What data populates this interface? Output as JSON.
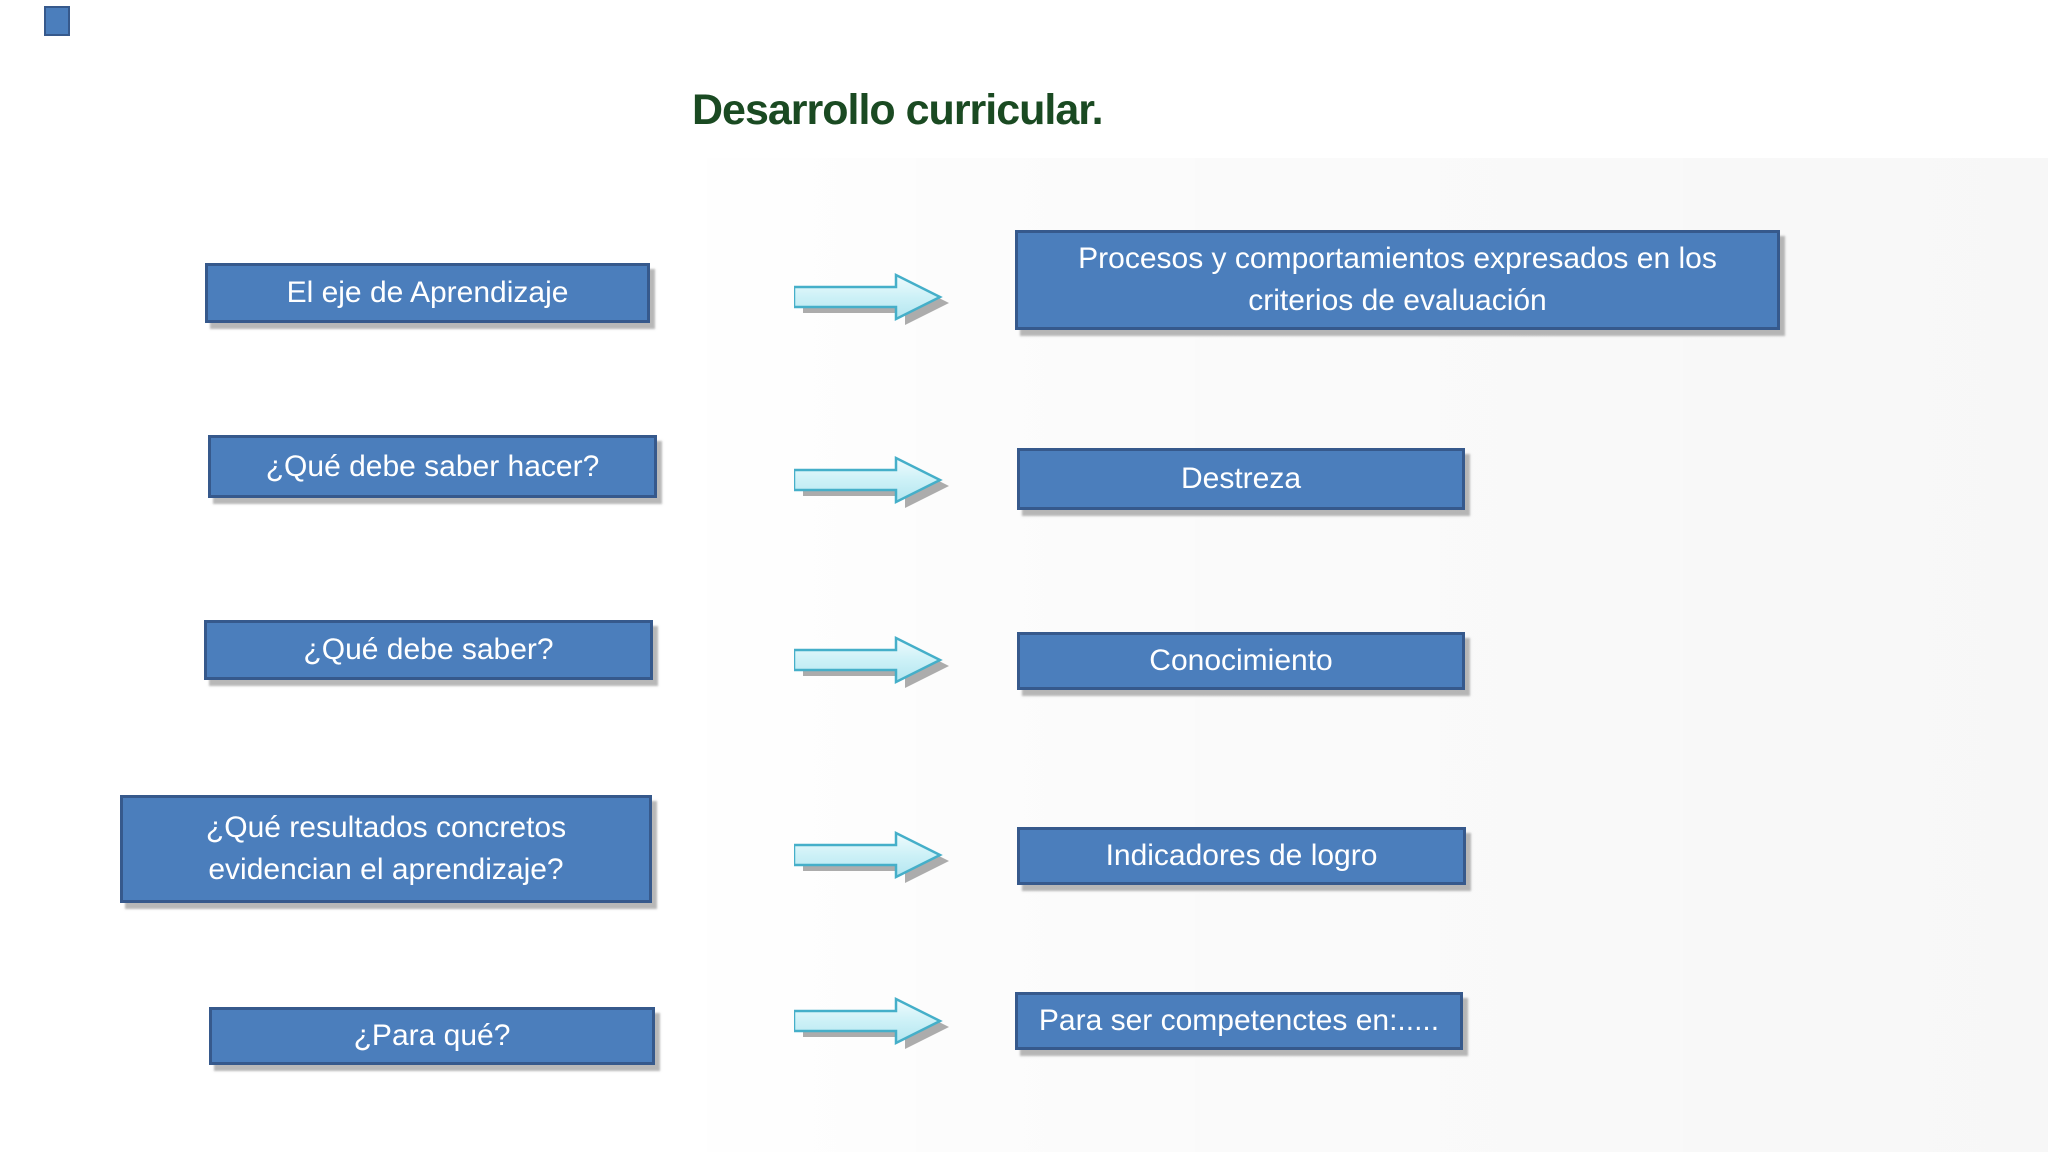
{
  "title": {
    "text": "Desarrollo curricular.",
    "color": "#1A4A22"
  },
  "colors": {
    "box_fill": "#4B7EBC",
    "box_border": "#36598C",
    "box_text": "#FFFFFF",
    "arrow_fill_light": "#F0FBFD",
    "arrow_fill_dark": "#B4E6F0",
    "arrow_border": "#45AFC9",
    "arrow_shadow": "#9E9E9E",
    "title_green": "#1A4A22"
  },
  "rows": [
    {
      "question": "El eje de Aprendizaje",
      "answer": "Procesos y comportamientos expresados en los criterios de evaluación"
    },
    {
      "question": "¿Qué debe saber hacer?",
      "answer": "Destreza"
    },
    {
      "question": "¿Qué debe saber?",
      "answer": "Conocimiento"
    },
    {
      "question": "¿Qué resultados concretos evidencian el aprendizaje?",
      "answer": "Indicadores de logro"
    },
    {
      "question": "¿Para qué?",
      "answer": "Para ser competenctes en:....."
    }
  ]
}
